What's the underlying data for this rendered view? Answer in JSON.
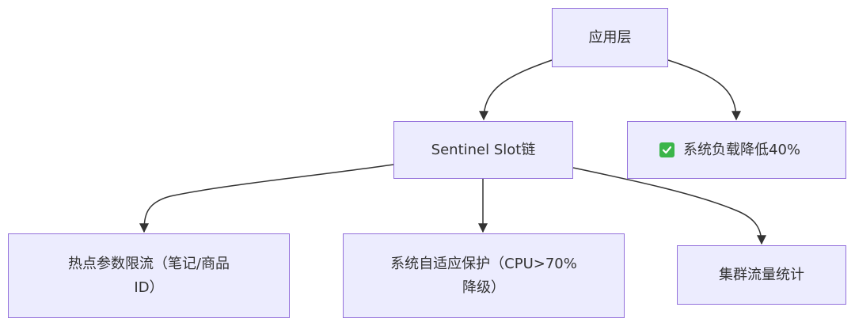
{
  "nodes": {
    "app_layer": "应用层",
    "sentinel_slot": "Sentinel Slot链",
    "load_reduction": "系统负载降低40%",
    "load_reduction_icon": "check-mark-icon",
    "hotspot_limit_line1": "热点参数限流（笔记/商品",
    "hotspot_limit_line2": "ID）",
    "adaptive_protect_line1": "系统自适应保护（CPU>70%",
    "adaptive_protect_line2": "降级）",
    "cluster_stats": "集群流量统计"
  },
  "colors": {
    "node_fill": "#ececfe",
    "node_border": "#9370db",
    "edge": "#333333",
    "check_icon": "#3bb54a"
  }
}
